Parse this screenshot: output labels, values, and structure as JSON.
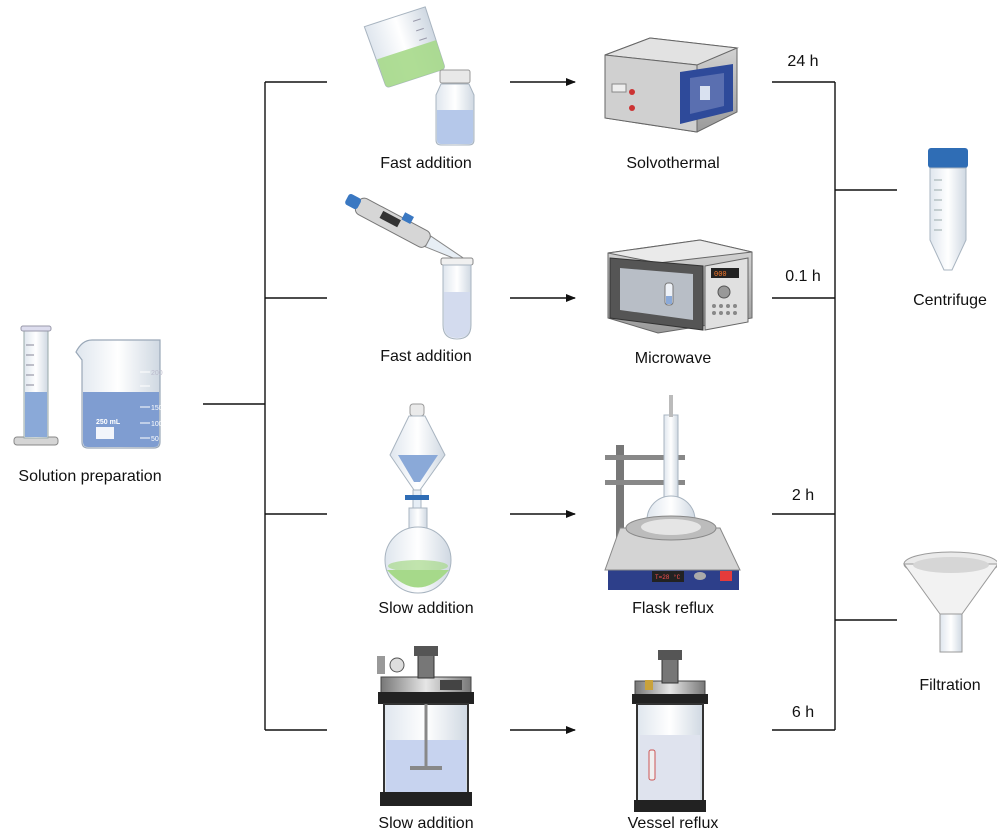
{
  "start": {
    "label": "Solution preparation"
  },
  "routes": [
    {
      "addition": "Fast addition",
      "method": "Solvothermal",
      "time": "24 h"
    },
    {
      "addition": "Fast addition",
      "method": "Microwave",
      "time": "0.1 h"
    },
    {
      "addition": "Slow addition",
      "method": "Flask reflux",
      "time": "2 h"
    },
    {
      "addition": "Slow addition",
      "method": "Vessel reflux",
      "time": "6 h"
    }
  ],
  "outputs": {
    "centrifuge": "Centrifuge",
    "filtration": "Filtration"
  },
  "beaker_marks": {
    "volume": "250 mL",
    "ticks": [
      "200",
      "150",
      "100",
      "50"
    ]
  },
  "device_readouts": {
    "microwave": "000",
    "hotplate": "T=28 °C"
  },
  "colors": {
    "line": "#111111",
    "liquid_blue": "#8aa9d8",
    "liquid_green": "#a6d98a",
    "oven_blue": "#2e4a9a",
    "cap_blue": "#2f6db5"
  }
}
